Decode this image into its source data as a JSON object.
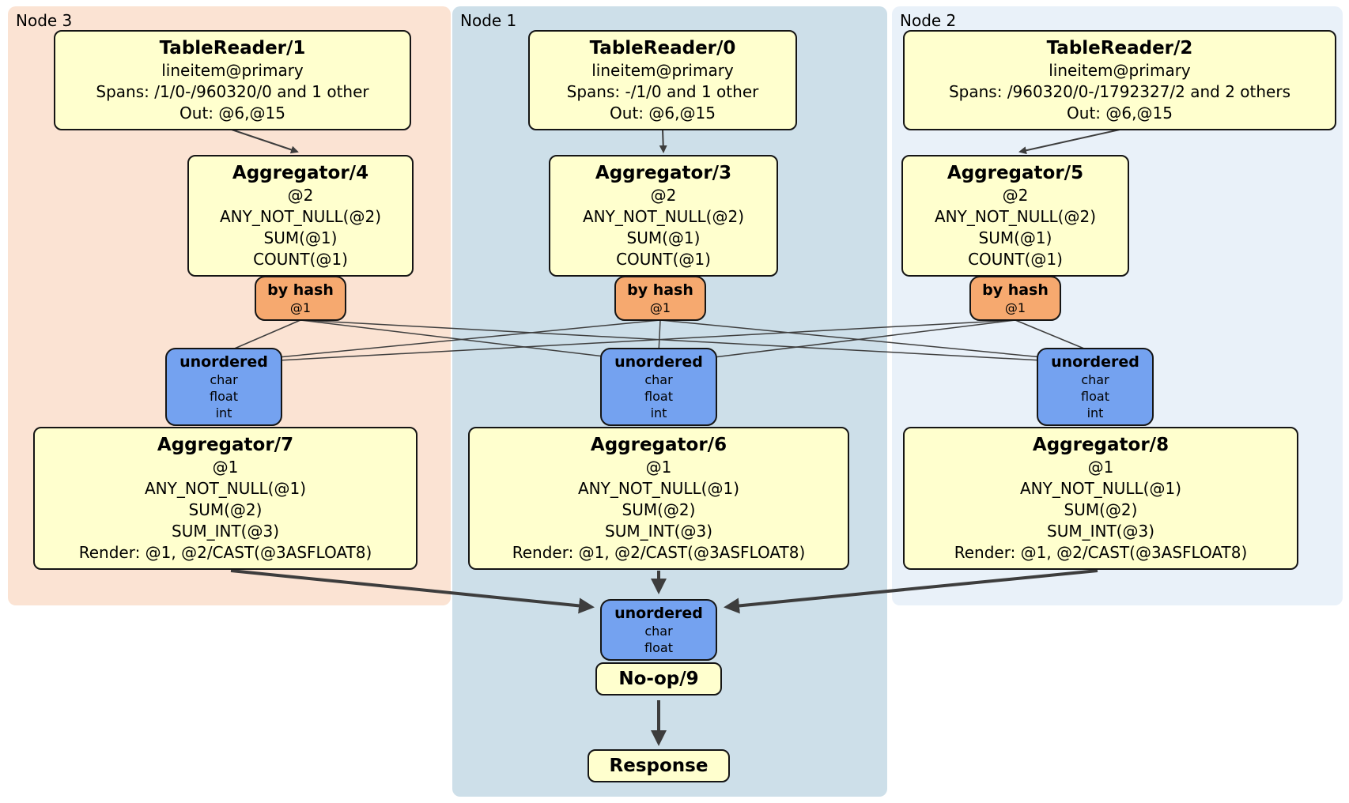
{
  "regions": {
    "node3": {
      "label": "Node 3",
      "color": "#fbe3d3"
    },
    "node1": {
      "label": "Node 1",
      "color": "#cddfe9"
    },
    "node2": {
      "label": "Node 2",
      "color": "#e9f1f9"
    }
  },
  "colors": {
    "processor_fill": "#ffffce",
    "router_fill": "#f6a96f",
    "sync_fill": "#74a2f0",
    "edge": "#3d3d3d"
  },
  "boxes": {
    "tr1": {
      "title": "TableReader/1",
      "lines": [
        "lineitem@primary",
        "Spans: /1/0-/960320/0 and 1 other",
        "Out: @6,@15"
      ]
    },
    "tr0": {
      "title": "TableReader/0",
      "lines": [
        "lineitem@primary",
        "Spans: -/1/0 and 1 other",
        "Out: @6,@15"
      ]
    },
    "tr2": {
      "title": "TableReader/2",
      "lines": [
        "lineitem@primary",
        "Spans: /960320/0-/1792327/2 and 2 others",
        "Out: @6,@15"
      ]
    },
    "agg4": {
      "title": "Aggregator/4",
      "lines": [
        "@2",
        "ANY_NOT_NULL(@2)",
        "SUM(@1)",
        "COUNT(@1)"
      ]
    },
    "agg3": {
      "title": "Aggregator/3",
      "lines": [
        "@2",
        "ANY_NOT_NULL(@2)",
        "SUM(@1)",
        "COUNT(@1)"
      ]
    },
    "agg5": {
      "title": "Aggregator/5",
      "lines": [
        "@2",
        "ANY_NOT_NULL(@2)",
        "SUM(@1)",
        "COUNT(@1)"
      ]
    },
    "hash3": {
      "title": "by hash",
      "lines": [
        "@1"
      ]
    },
    "hash1": {
      "title": "by hash",
      "lines": [
        "@1"
      ]
    },
    "hash2": {
      "title": "by hash",
      "lines": [
        "@1"
      ]
    },
    "sync3": {
      "title": "unordered",
      "lines": [
        "char",
        "float",
        "int"
      ]
    },
    "sync1": {
      "title": "unordered",
      "lines": [
        "char",
        "float",
        "int"
      ]
    },
    "sync2": {
      "title": "unordered",
      "lines": [
        "char",
        "float",
        "int"
      ]
    },
    "agg7": {
      "title": "Aggregator/7",
      "lines": [
        "@1",
        "ANY_NOT_NULL(@1)",
        "SUM(@2)",
        "SUM_INT(@3)",
        "Render: @1, @2/CAST(@3ASFLOAT8)"
      ]
    },
    "agg6": {
      "title": "Aggregator/6",
      "lines": [
        "@1",
        "ANY_NOT_NULL(@1)",
        "SUM(@2)",
        "SUM_INT(@3)",
        "Render: @1, @2/CAST(@3ASFLOAT8)"
      ]
    },
    "agg8": {
      "title": "Aggregator/8",
      "lines": [
        "@1",
        "ANY_NOT_NULL(@1)",
        "SUM(@2)",
        "SUM_INT(@3)",
        "Render: @1, @2/CAST(@3ASFLOAT8)"
      ]
    },
    "syncFinal": {
      "title": "unordered",
      "lines": [
        "char",
        "float"
      ]
    },
    "noop": {
      "title": "No-op/9"
    },
    "response": {
      "title": "Response"
    }
  },
  "edges": [
    {
      "from": "TableReader/1",
      "to": "Aggregator/4"
    },
    {
      "from": "TableReader/0",
      "to": "Aggregator/3"
    },
    {
      "from": "TableReader/2",
      "to": "Aggregator/5"
    },
    {
      "from": "by hash @1 (node3)",
      "to": "unordered (node3)"
    },
    {
      "from": "by hash @1 (node3)",
      "to": "unordered (node1)"
    },
    {
      "from": "by hash @1 (node3)",
      "to": "unordered (node2)"
    },
    {
      "from": "by hash @1 (node1)",
      "to": "unordered (node3)"
    },
    {
      "from": "by hash @1 (node1)",
      "to": "unordered (node1)"
    },
    {
      "from": "by hash @1 (node1)",
      "to": "unordered (node2)"
    },
    {
      "from": "by hash @1 (node2)",
      "to": "unordered (node3)"
    },
    {
      "from": "by hash @1 (node2)",
      "to": "unordered (node1)"
    },
    {
      "from": "by hash @1 (node2)",
      "to": "unordered (node2)"
    },
    {
      "from": "Aggregator/7",
      "to": "unordered (final)"
    },
    {
      "from": "Aggregator/6",
      "to": "unordered (final)"
    },
    {
      "from": "Aggregator/8",
      "to": "unordered (final)"
    },
    {
      "from": "No-op/9",
      "to": "Response"
    }
  ]
}
